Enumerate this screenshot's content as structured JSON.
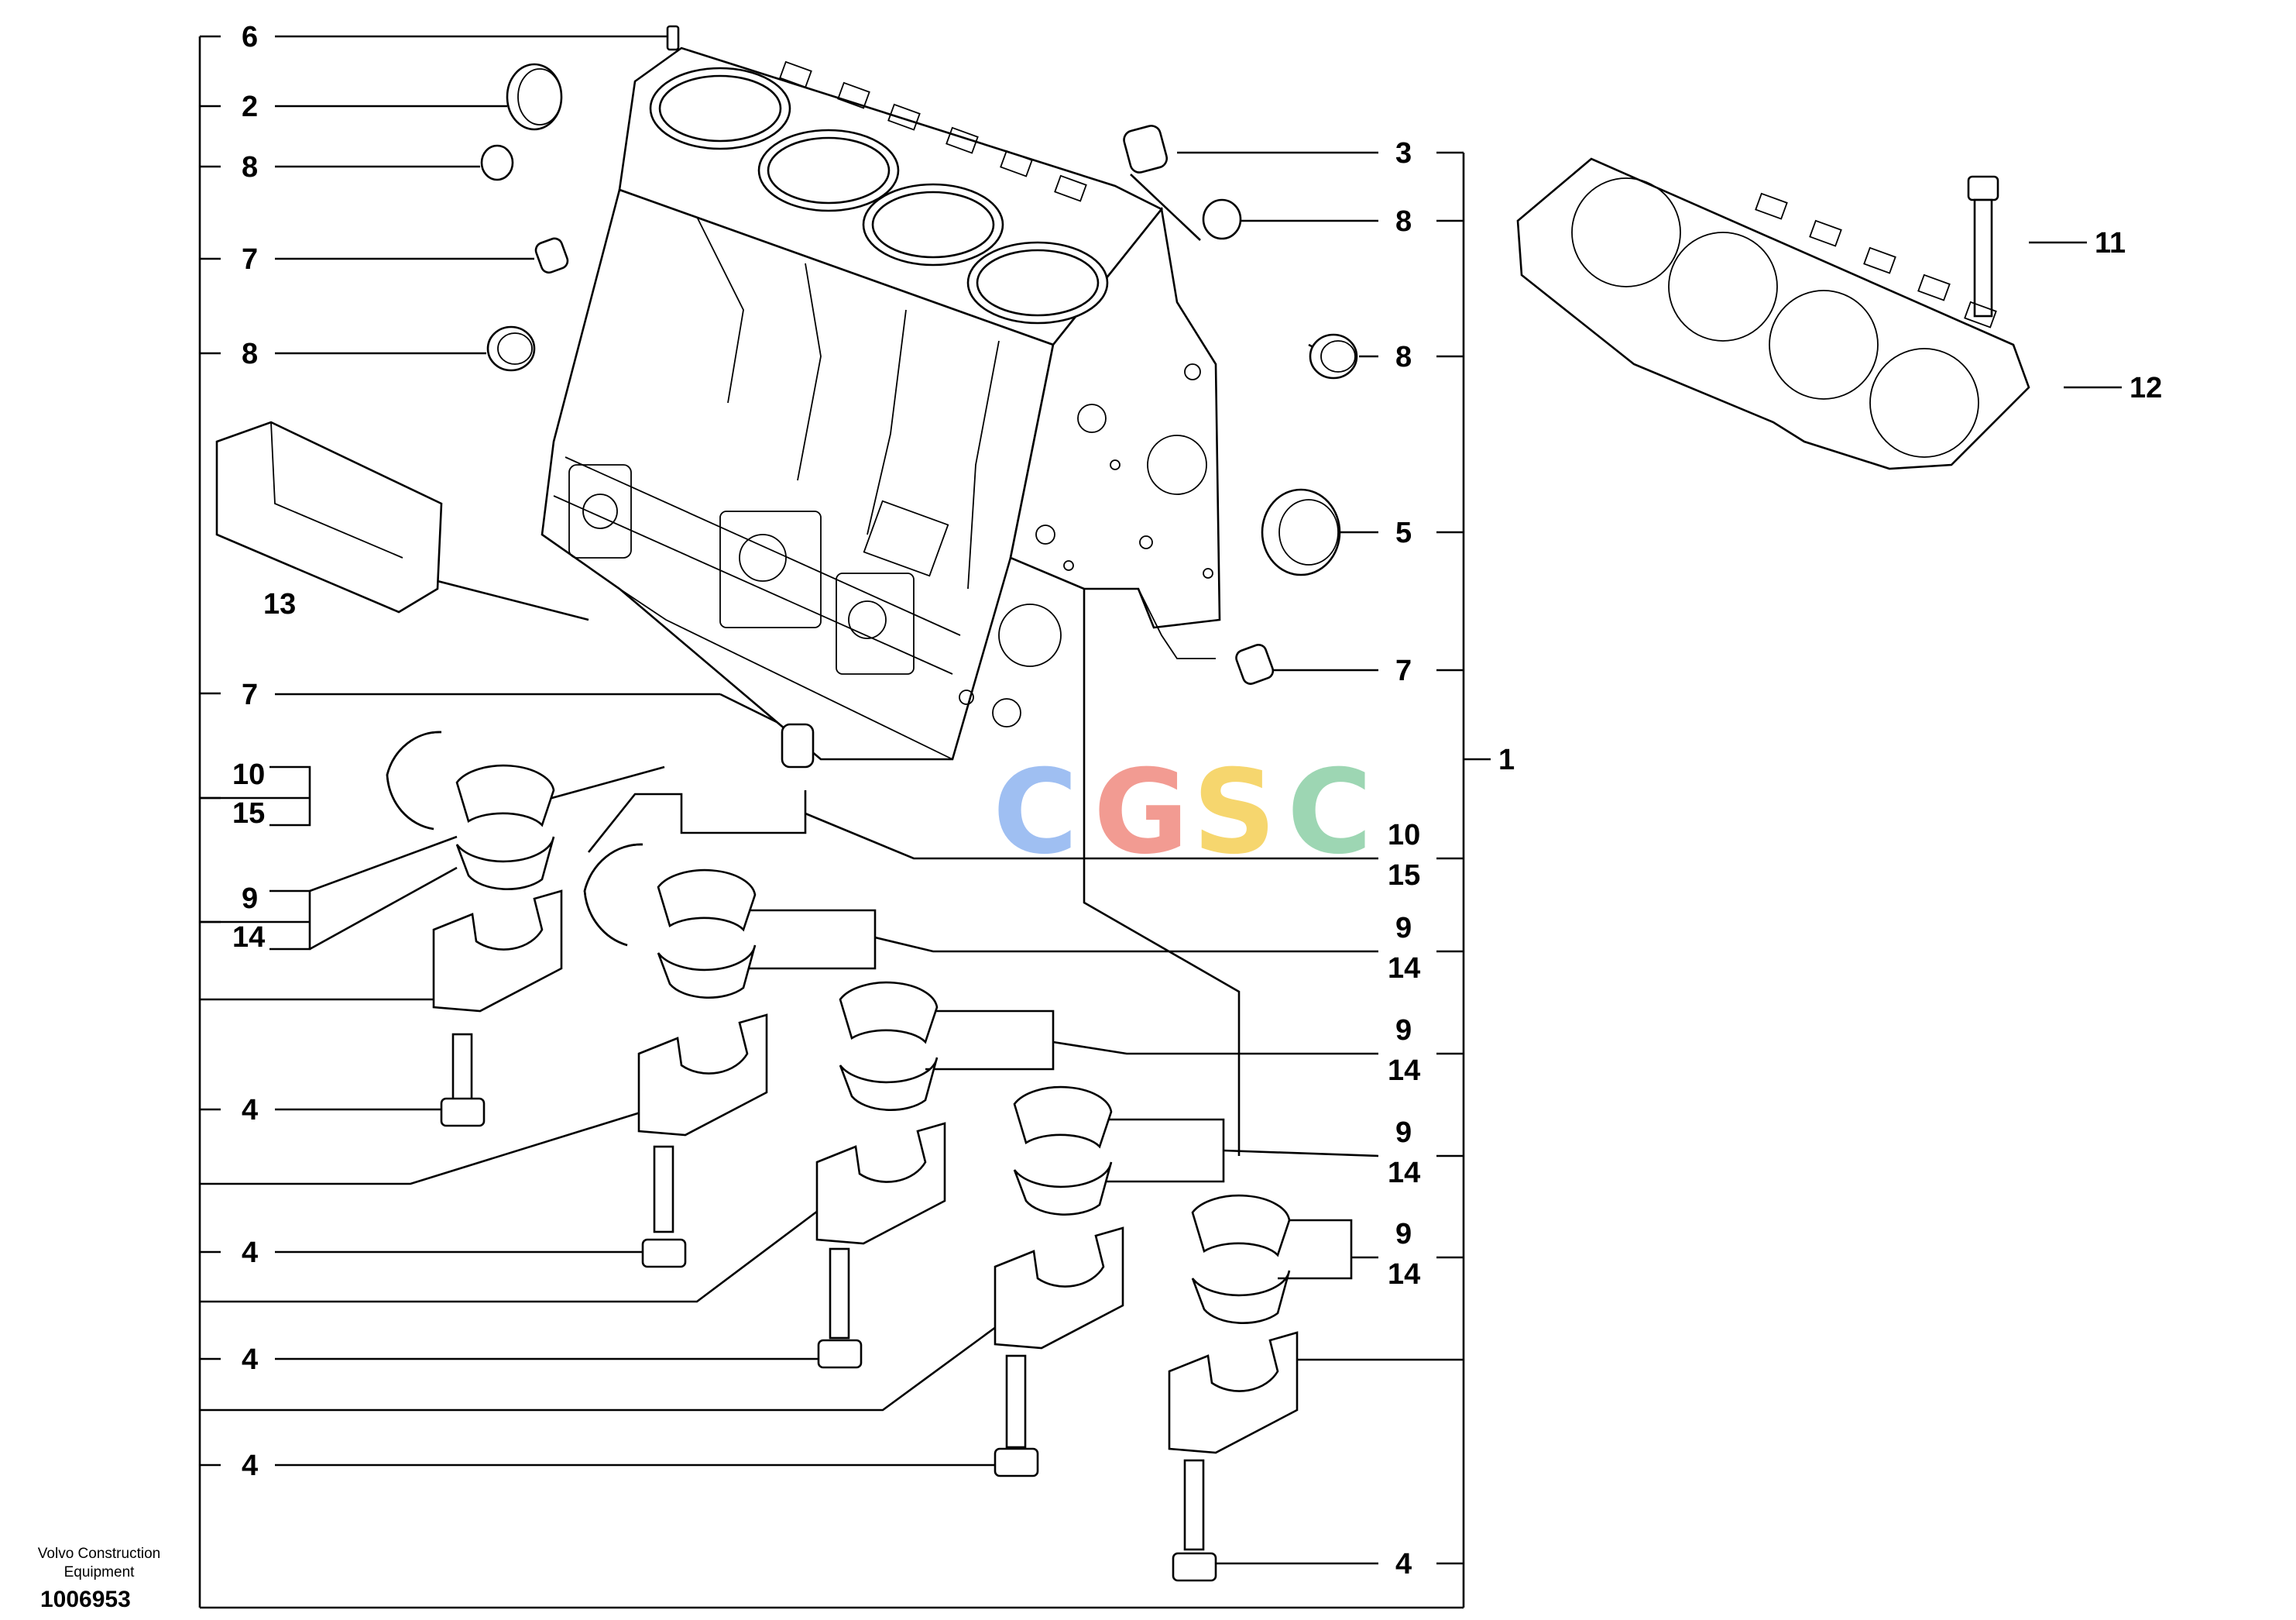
{
  "labels": {
    "l6": "6",
    "l2": "2",
    "l8a": "8",
    "l7a": "7",
    "l8b": "8",
    "l13": "13",
    "l7b": "7",
    "l10a": "10",
    "l15a": "15",
    "l9a": "9",
    "l14a": "14",
    "l4a": "4",
    "l4b": "4",
    "l4c": "4",
    "l4d": "4",
    "l3": "3",
    "l8c": "8",
    "l8d": "8",
    "l5": "5",
    "l7c": "7",
    "l1": "1",
    "l10b": "10",
    "l15b": "15",
    "l9b": "9",
    "l14b": "14",
    "l9c": "9",
    "l14c": "14",
    "l9d": "9",
    "l14d": "14",
    "l9e": "9",
    "l14e": "14",
    "l4e": "4",
    "l11": "11",
    "l12": "12"
  },
  "watermark": {
    "letters": [
      "C",
      "G",
      "S",
      "C"
    ],
    "colors": [
      "#8fb4f0",
      "#f08a80",
      "#f5cf55",
      "#8ccfa6"
    ]
  },
  "footer": {
    "brand": "Volvo Construction Equipment",
    "doc_number": "1006953"
  }
}
